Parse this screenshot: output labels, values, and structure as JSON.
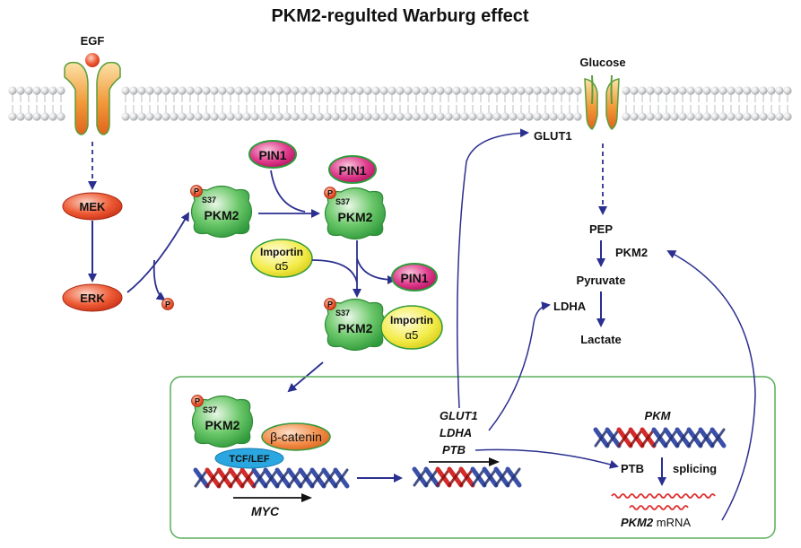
{
  "title": "PKM2-regulted Warburg effect",
  "labels": {
    "egf": "EGF",
    "glucose": "Glucose",
    "glut1_membrane": "GLUT1",
    "mek": "MEK",
    "erk": "ERK",
    "pin1_top": "PIN1",
    "pin1_bound": "PIN1",
    "pin1_released": "PIN1",
    "pkm2_a": "PKM2",
    "pkm2_b": "PKM2",
    "pkm2_c": "PKM2",
    "pkm2_d": "PKM2",
    "s37_a": "S37",
    "s37_b": "S37",
    "s37_c": "S37",
    "s37_d": "S37",
    "p": "P",
    "importin_free": "Importin",
    "importin_free_sub": "α5",
    "importin_bound": "Importin",
    "importin_bound_sub": "α5",
    "beta_catenin": "β-catenin",
    "tcf_lef": "TCF/LEF",
    "myc": "MYC",
    "glut1_gene": "GLUT1",
    "ldha_gene": "LDHA",
    "ptb_gene": "PTB",
    "pkm_gene": "PKM",
    "ptb_protein": "PTB",
    "splicing": "splicing",
    "pkm2_mrna_gene": "PKM2",
    "pkm2_mrna_suffix": " mRNA",
    "pep": "PEP",
    "pkm2_pathway": "PKM2",
    "pyruvate": "Pyruvate",
    "ldha_pathway": "LDHA",
    "lactate": "Lactate"
  },
  "colors": {
    "arrow": "#2b2f8f",
    "red_node": "#e8462b",
    "green_protein": "#3bb04a",
    "pink": "#d81b7a",
    "yellow": "#f2ea3a",
    "orange": "#f07a2a",
    "blue_tcf": "#2aa7e0",
    "membrane": "#b8bcc0",
    "nucleus_border": "#5aad5a",
    "dna_blue": "#3a4fa8",
    "dna_red": "#d42a2a"
  }
}
